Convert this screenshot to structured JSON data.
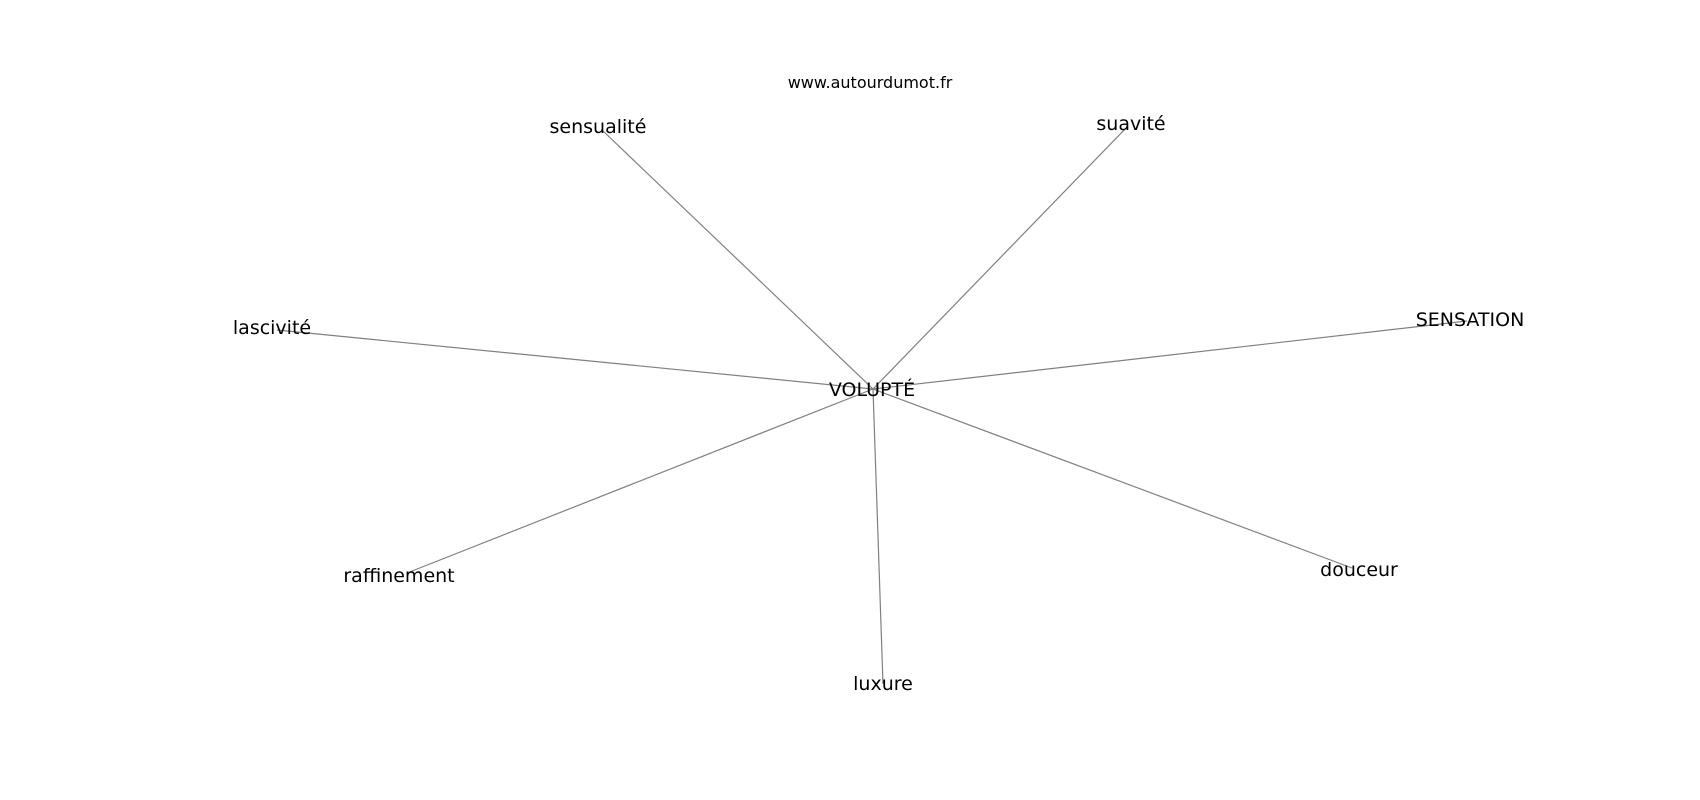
{
  "source": "www.autourdumot.fr",
  "graph": {
    "center": "VOLUPTÉ",
    "neighbors": [
      "sensualité",
      "suavité",
      "lascivité",
      "SENSATION",
      "raffinement",
      "douceur",
      "luxure"
    ],
    "edge_color": "#808080",
    "text_color": "#000000"
  }
}
